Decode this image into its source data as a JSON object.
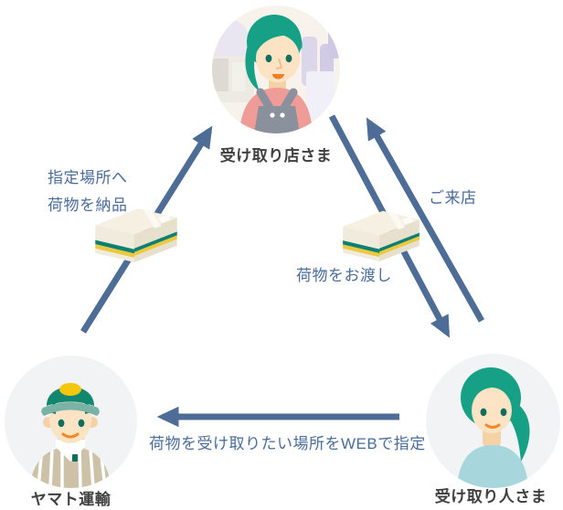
{
  "nodes": {
    "store": {
      "label": "受け取り店さま"
    },
    "carrier": {
      "label": "ヤマト運輸"
    },
    "recipient": {
      "label": "受け取り人さま"
    }
  },
  "edges": {
    "deliver": {
      "label_line1": "指定場所へ",
      "label_line2": "荷物を納品",
      "from": "carrier",
      "to": "store"
    },
    "visit": {
      "label": "ご来店",
      "from": "recipient",
      "to": "store"
    },
    "handover": {
      "label": "荷物をお渡し",
      "from": "store",
      "to": "recipient"
    },
    "web_request": {
      "label": "荷物を受け取りたい場所をWEBで指定",
      "from": "recipient",
      "to": "carrier"
    }
  },
  "icons": {
    "package": "package-icon",
    "store_avatar": "store-clerk-avatar",
    "carrier_avatar": "delivery-driver-avatar",
    "recipient_avatar": "recipient-avatar"
  },
  "colors": {
    "arrow": "#4e6d96",
    "edge_label_text": "#4a6c99",
    "node_label_text": "#404040",
    "brand_teal": "#16a186",
    "package_body": "#f0ebdc",
    "package_stripe_teal": "#0d8170",
    "package_stripe_yellow": "#eec83e",
    "circle_bg_gray": "#f1f3f4",
    "circle_bg_store": "#f7f3ec"
  }
}
